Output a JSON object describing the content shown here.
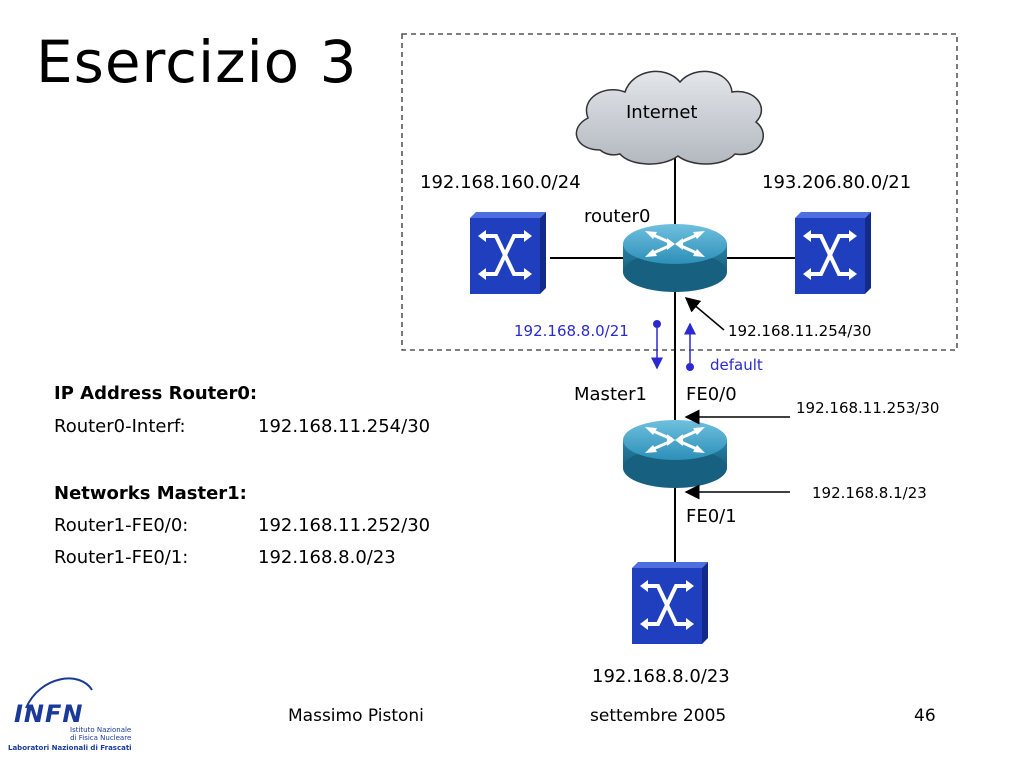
{
  "slide": {
    "title": "Esercizio 3"
  },
  "diagram": {
    "cloud_label": "Internet",
    "router0_label": "router0",
    "master1_label": "Master1",
    "left_net": "192.168.160.0/24",
    "right_net": "193.206.80.0/21",
    "route_net": "192.168.8.0/21",
    "default_label": "default",
    "router0_iface_ip": "192.168.11.254/30",
    "fe00_label": "FE0/0",
    "fe00_ip": "192.168.11.253/30",
    "fe01_label": "FE0/1",
    "fe01_ip": "192.168.8.1/23",
    "bottom_net": "192.168.8.0/23"
  },
  "info": {
    "router0_heading": "IP Address Router0:",
    "router0_rows": [
      {
        "name": "Router0-Interf:",
        "value": "192.168.11.254/30"
      }
    ],
    "master1_heading": "Networks Master1:",
    "master1_rows": [
      {
        "name": "Router1-FE0/0:",
        "value": "192.168.11.252/30"
      },
      {
        "name": "Router1-FE0/1:",
        "value": "192.168.8.0/23"
      }
    ]
  },
  "footer": {
    "author": "Massimo Pistoni",
    "date": "settembre 2005",
    "page": "46",
    "logo_text": "INFN",
    "logo_line1": "Istituto Nazionale",
    "logo_line2": "di Fisica Nucleare",
    "logo_line3": "Laboratori Nazionali di Frascati"
  },
  "colors": {
    "switch_blue": "#1f3fbf",
    "router_blue": "#2a83a8",
    "cloud_gray": "#c8ccd4",
    "label_blue": "#2a2ad0"
  }
}
